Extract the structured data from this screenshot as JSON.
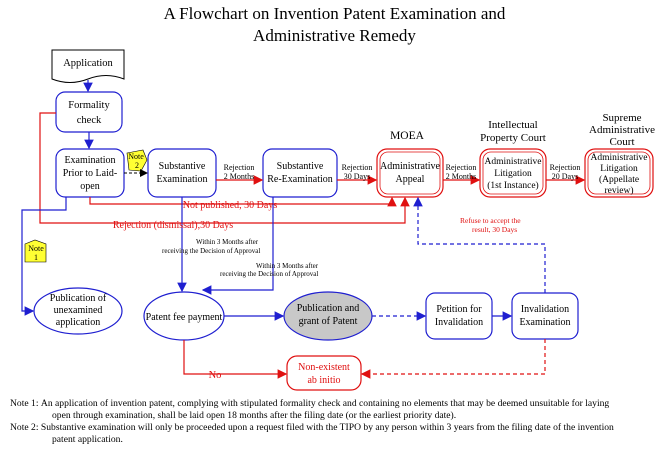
{
  "title": {
    "line1": "A Flowchart on Invention Patent Examination and",
    "line2": "Administrative Remedy"
  },
  "nodes": {
    "application": "Application",
    "formality": [
      "Formality",
      "check"
    ],
    "exam_prior": [
      "Examination",
      "Prior to Laid-",
      "open"
    ],
    "substantive": [
      "Substantive",
      "Examination"
    ],
    "reexam": [
      "Substantive",
      "Re-Examination"
    ],
    "admin_appeal": [
      "Administrative",
      "Appeal"
    ],
    "litigation_first": [
      "Administrative",
      "Litigation",
      "(1st Instance)"
    ],
    "litigation_appellate": [
      "Administrative",
      "Litigation",
      "(Appellate",
      "review)"
    ],
    "publication_unexamined": [
      "Publication of",
      "unexamined",
      "application"
    ],
    "patent_fee": "Patent fee payment",
    "publication_grant": [
      "Publication and",
      "grant of Patent"
    ],
    "petition_invalidation": [
      "Petition for",
      "Invalidation"
    ],
    "invalidation_exam": [
      "Invalidation",
      "Examination"
    ],
    "non_existent": [
      "Non-existent",
      "ab initio"
    ]
  },
  "headings": {
    "moea": "MOEA",
    "ip_court": [
      "Intellectual",
      "Property Court"
    ],
    "supreme_court": [
      "Supreme",
      "Administrative",
      "Court"
    ]
  },
  "labels": {
    "note2_tag": [
      "Note",
      "2"
    ],
    "note1_tag": [
      "Note",
      "1"
    ],
    "rejection_2m_a": [
      "Rejection",
      "2 Months"
    ],
    "rejection_30d": [
      "Rejection",
      "30 Days"
    ],
    "rejection_2m_b": [
      "Rejection",
      "2 Months"
    ],
    "rejection_20d": [
      "Rejection",
      "20 Days"
    ],
    "not_published": "Not published, 30 Days",
    "rejection_dismissal": "Rejection (dismissal),30 Days",
    "within_3m_1": [
      "Within 3 Months after",
      "receiving the Decision of Approval"
    ],
    "within_3m_2": [
      "Within 3 Months after",
      "receiving the Decision of Approval"
    ],
    "refuse": [
      "Refuse to accept the",
      "result, 30 Days"
    ],
    "no": "No"
  },
  "notes": {
    "note1_tag": "Note 1:",
    "note1_a": "An application of invention patent, complying with stipulated formality check and containing no elements that may be deemed unsuitable for laying",
    "note1_b": "open through examination, shall be laid open 18 months after the filing date (or the earliest priority date).",
    "note2_tag": "Note 2:",
    "note2_a": "Substantive examination will only be proceeded upon a request filed with the TIPO by any person within 3 years from the filing date of the invention",
    "note2_b": "patent application."
  },
  "colors": {
    "blue": "#1f1fd0",
    "red": "#e01010",
    "gray_fill": "#c8c8c8"
  }
}
